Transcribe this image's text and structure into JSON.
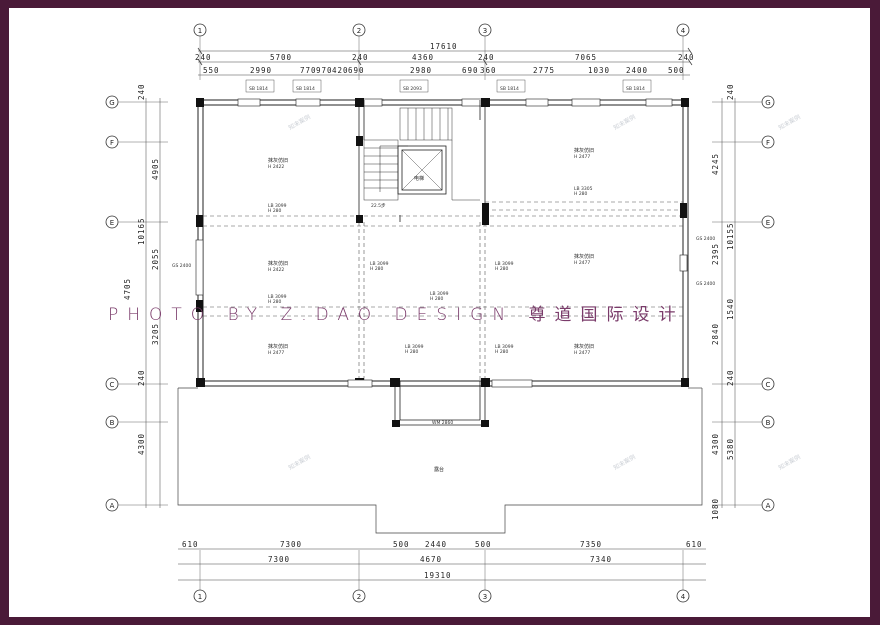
{
  "watermark": "PHOTO BY Z.DAO DESIGN 尊道国际设计",
  "faint_watermark": "知末案例",
  "axes": {
    "columns": [
      "1",
      "2",
      "3",
      "4"
    ],
    "rows": [
      "G",
      "F",
      "E",
      "C",
      "B",
      "A"
    ]
  },
  "top_dims": {
    "total": "17610",
    "row2": [
      "240",
      "5700",
      "240",
      "4360",
      "240",
      "7065",
      "240"
    ],
    "row3": [
      "550",
      "2990",
      "770",
      "970",
      "420",
      "690",
      "2980",
      "690",
      "360",
      "2775",
      "1030",
      "2400",
      "500"
    ]
  },
  "bottom_dims": {
    "row1": [
      "610",
      "7300",
      "500",
      "2440",
      "500",
      "7350",
      "610"
    ],
    "row2": [
      "7300",
      "4670",
      "7340"
    ],
    "total": "19310"
  },
  "left_dims": {
    "inner": [
      "240",
      "4905",
      "2055",
      "3205",
      "240",
      "4300"
    ],
    "outer": [
      "10165",
      "4705"
    ]
  },
  "right_dims": {
    "inner": [
      "240",
      "4245",
      "2395",
      "2840",
      "240",
      "4300",
      "1080"
    ],
    "outer": [
      "10155",
      "1540",
      "5380"
    ]
  },
  "rooms": {
    "room_name": "抹灰仿旧",
    "height": "H 2477",
    "room_height_alt": "H 2422",
    "stair_label": "22.5步",
    "elevator_label": "电梯",
    "terrace_label": "露台",
    "beam_note": "WM 2860"
  },
  "small_notes": {
    "window_tag": "SB 1814",
    "window_tag2": "SB 2093",
    "lb_tag": "LB 3099",
    "lb_h": "H 280",
    "lb_tag2": "LB 3305",
    "win_left": "GS 2400"
  }
}
